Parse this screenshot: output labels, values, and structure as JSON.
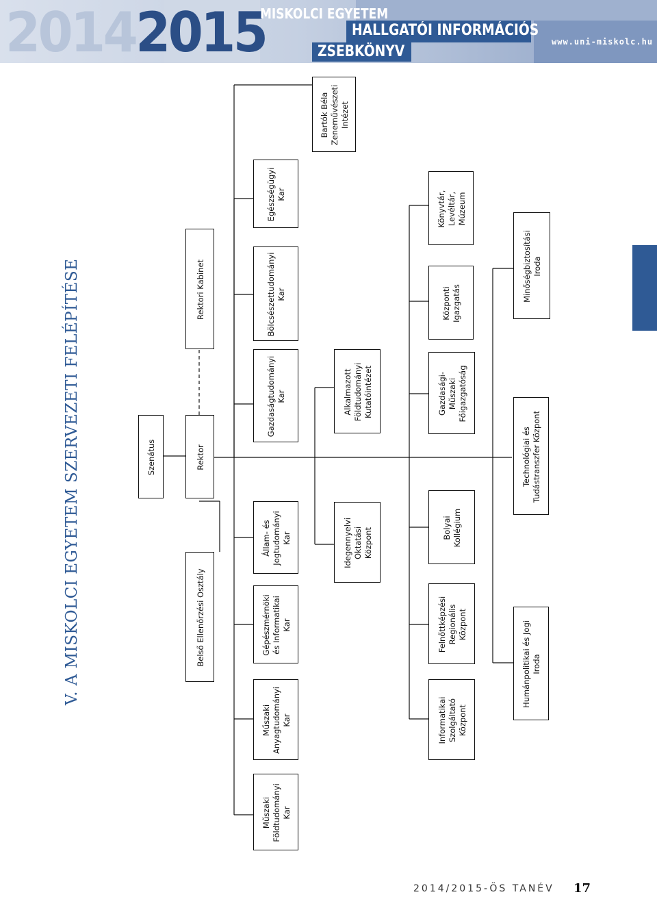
{
  "header": {
    "year_a": "2014",
    "year_b": "2015",
    "university": "MISKOLCI EGYETEM",
    "subtitle_1": "HALLGATÓI INFORMÁCIÓS",
    "subtitle_2": "ZSEBKÖNYV",
    "website": "www.uni-miskolc.hu"
  },
  "title": "V. A MISKOLCI EGYETEM SZERVEZETI FELÉPÍTÉSE",
  "org": {
    "szenatus": "Szenátus",
    "rektor": "Rektor",
    "rektori_kabinet": "Rektori Kabinet",
    "belso_ellenorzesi": "Belső Ellenőrzési Osztály",
    "bartok": "Bartók Béla\nZeneművészeti\nIntézet",
    "karok": [
      "Műszaki\nFöldtudományi\nKar",
      "Műszaki\nAnyagtudományi\nKar",
      "Gépészmérnöki\nés Informatikai\nKar",
      "Állam- és\nJogtudományi\nKar",
      "Gazdaságtudományi\nKar",
      "Bölcsészettudományi\nKar",
      "Egészségügyi\nKar"
    ],
    "idegennyelvi": "Idegennyelvi\nOktatási\nKözpont",
    "alkalmazott": "Alkalmazott\nFöldtudományi\nKutatóintézet",
    "kozpontok": [
      "Informatikai\nSzolgáltató\nKözpont",
      "Felnőttképzési\nRegionális\nKözpont",
      "Bolyai\nKollégium",
      "Gazdasági-\nMűszaki\nFőigazgatóság",
      "Központi\nIgazgatás",
      "Könyvtár,\nLevéltár,\nMúzeum"
    ],
    "irodak": [
      "Humánpolitikai és Jogi\nIroda",
      "Technológiai és\nTudástranszfer Központ",
      "Minőségbiztosítási\nIroda"
    ]
  },
  "footer": {
    "academic_year": "2014/2015-ÖS TANÉV",
    "page_number": "17"
  }
}
